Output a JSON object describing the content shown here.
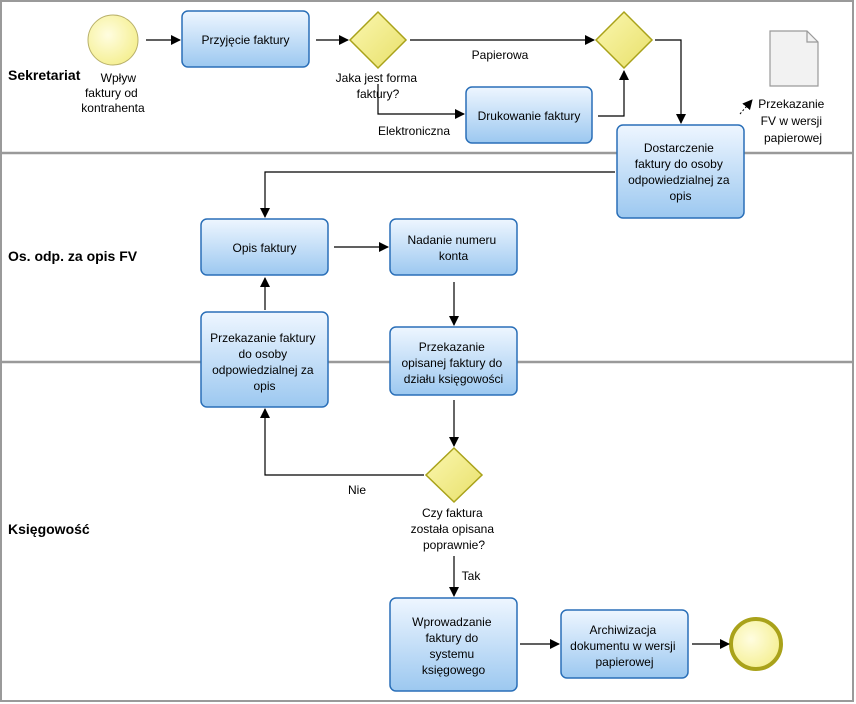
{
  "lanes": {
    "sekretariat": "Sekretariat",
    "opis": "Os. odp. za opis FV",
    "ksiegowosc": "Księgowość"
  },
  "events": {
    "start_label": [
      "Wpływ",
      "faktury od",
      "kontrahenta"
    ]
  },
  "tasks": {
    "przyjecie": [
      "Przyjęcie faktury"
    ],
    "drukowanie": [
      "Drukowanie faktury"
    ],
    "dostarczenie": [
      "Dostarczenie",
      "faktury do osoby",
      "odpowiedzialnej za",
      "opis"
    ],
    "opis_faktury": [
      "Opis faktury"
    ],
    "nadanie": [
      "Nadanie numeru",
      "konta"
    ],
    "przekazanie_do_osoby": [
      "Przekazanie faktury",
      "do osoby",
      "odpowiedzialnej za",
      "opis"
    ],
    "przekazanie_opisanej": [
      "Przekazanie",
      "opisanej faktury do",
      "działu księgowości"
    ],
    "wprowadzanie": [
      "Wprowadzanie",
      "faktury do",
      "systemu",
      "księgowego"
    ],
    "archiwizacja": [
      "Archiwizacja",
      "dokumentu w wersji",
      "papierowej"
    ]
  },
  "gateways": {
    "forma": [
      "Jaka jest forma",
      "faktury?"
    ],
    "opisana": [
      "Czy faktura",
      "została opisana",
      "poprawnie?"
    ]
  },
  "flow_labels": {
    "papierowa": "Papierowa",
    "elektroniczna": "Elektroniczna",
    "nie": "Nie",
    "tak": "Tak"
  },
  "artifact": {
    "label": [
      "Przekazanie",
      "FV w wersji",
      "papierowej"
    ]
  },
  "colors": {
    "task_fill_top": "#e6f1fd",
    "task_fill_bottom": "#9cc8f0",
    "task_stroke": "#2a6fb8",
    "gateway_fill": "#f4ee8a",
    "event_fill": "#f8f4a4",
    "lane_border": "#a0a0a0"
  }
}
